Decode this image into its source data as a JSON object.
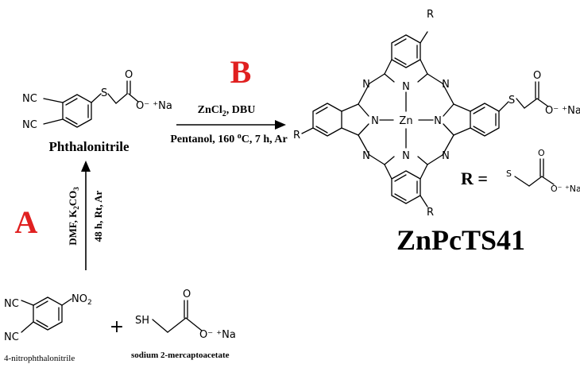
{
  "step_labels": {
    "A": "A",
    "B": "B",
    "color": "#e02020"
  },
  "reaction_A": {
    "reagents": "DMF, K2CO3",
    "conditions": "48 h, Rt, Ar"
  },
  "reaction_B": {
    "reagents": "ZnCl2, DBU",
    "conditions": "Pentanol, 160 oC, 7 h, Ar"
  },
  "phthalonitrile": {
    "name": "Phthalonitrile",
    "nc_label": "NC",
    "s_label": "S",
    "o_label": "O",
    "counterion": "O⁻ ⁺Na"
  },
  "nitrophthalonitrile": {
    "name": "4-nitrophthalonitrile",
    "nc_label": "NC",
    "no2": "NO2"
  },
  "mercaptoacetate": {
    "name": "sodium 2-mercaptoacetate",
    "sh": "SH",
    "o_label": "O",
    "counterion": "O⁻ ⁺Na"
  },
  "plus": "+",
  "product": {
    "name": "ZnPcTS41",
    "zn": "Zn",
    "n": "N",
    "r": "R",
    "r_def": "R =",
    "s_label": "S",
    "o_label": "O",
    "counterion": "O⁻ ⁺Na"
  }
}
